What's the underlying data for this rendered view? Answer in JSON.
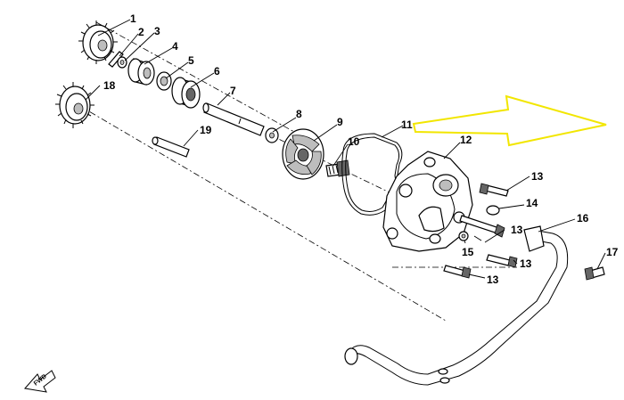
{
  "callouts": [
    {
      "id": "1",
      "text": "1"
    },
    {
      "id": "2",
      "text": "2"
    },
    {
      "id": "3",
      "text": "3"
    },
    {
      "id": "4",
      "text": "4"
    },
    {
      "id": "5",
      "text": "5"
    },
    {
      "id": "6",
      "text": "6"
    },
    {
      "id": "7",
      "text": "7"
    },
    {
      "id": "8",
      "text": "8"
    },
    {
      "id": "9",
      "text": "9"
    },
    {
      "id": "10",
      "text": "10"
    },
    {
      "id": "11",
      "text": "11"
    },
    {
      "id": "12",
      "text": "12"
    },
    {
      "id": "13a",
      "text": "13"
    },
    {
      "id": "13b",
      "text": "13"
    },
    {
      "id": "13c",
      "text": "13"
    },
    {
      "id": "13d",
      "text": "13"
    },
    {
      "id": "14",
      "text": "14"
    },
    {
      "id": "15",
      "text": "15"
    },
    {
      "id": "16",
      "text": "16"
    },
    {
      "id": "17",
      "text": "17"
    },
    {
      "id": "18",
      "text": "18"
    },
    {
      "id": "19",
      "text": "19"
    }
  ],
  "fwd_label": "FWD",
  "highlight_arrow_color": "#f2e600",
  "line_color": "#000000"
}
